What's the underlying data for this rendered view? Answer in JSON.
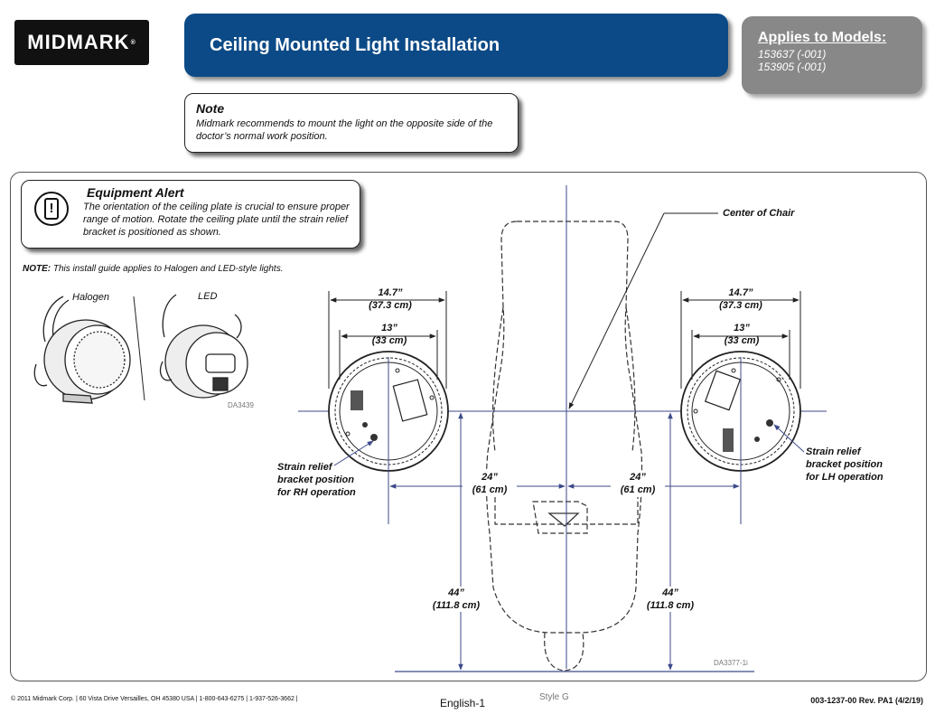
{
  "header": {
    "logo": "MIDMARK",
    "logo_mark": "®",
    "title": "Ceiling Mounted Light Installation",
    "applies_title": "Applies to Models:",
    "models": [
      "153637 (-001)",
      "153905 (-001)"
    ]
  },
  "note": {
    "heading": "Note",
    "text": "Midmark recommends to mount the light on the opposite side of the doctor’s normal work position."
  },
  "alert": {
    "heading": "Equipment Alert",
    "text": "The orientation of the ceiling plate is crucial to ensure proper range of motion. Rotate the ceiling plate until the strain relief bracket is positioned as shown.",
    "icon": "warning-exclamation-icon"
  },
  "install_note": {
    "label": "NOTE:",
    "text": "This install guide applies to Halogen and LED-style lights."
  },
  "lights": {
    "halogen_label": "Halogen",
    "led_label": "LED",
    "code": "DA3439"
  },
  "diagram": {
    "center_of_chair": "Center of Chair",
    "plate_outer": [
      "14.7”",
      "(37.3 cm)"
    ],
    "plate_inner": [
      "13”",
      "(33 cm)"
    ],
    "offset": [
      "24”",
      "(61 cm)"
    ],
    "depth": [
      "44”",
      "(111.8 cm)"
    ],
    "rh_callout": [
      "Strain relief",
      "bracket position",
      "for RH operation"
    ],
    "lh_callout": [
      "Strain relief",
      "bracket position",
      "for LH operation"
    ],
    "code": "DA3377-1i"
  },
  "footer": {
    "left": "© 2011  Midmark Corp.  |  60 Vista Drive Versailles, OH 45380 USA  |  1-800-643-6275  |  1-937-526-3662  |",
    "center": "English-1",
    "style": "Style G",
    "right": "003-1237-00   Rev.  PA1  (4/2/19)"
  }
}
